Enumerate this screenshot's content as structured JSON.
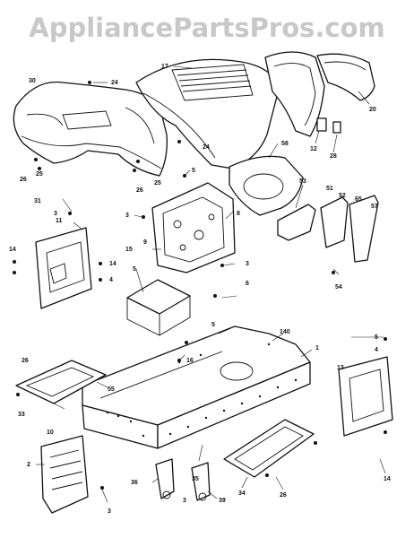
{
  "header": {
    "watermark": "AppliancePartsPros.com"
  },
  "callouts": [
    {
      "id": "c30",
      "label": "30"
    },
    {
      "id": "c24a",
      "label": "24"
    },
    {
      "id": "c17",
      "label": "17"
    },
    {
      "id": "c20",
      "label": "20"
    },
    {
      "id": "c26a",
      "label": "26"
    },
    {
      "id": "c25a",
      "label": "25"
    },
    {
      "id": "c24b",
      "label": "24"
    },
    {
      "id": "c12",
      "label": "12"
    },
    {
      "id": "c28",
      "label": "28"
    },
    {
      "id": "c26b",
      "label": "26"
    },
    {
      "id": "c25b",
      "label": "25"
    },
    {
      "id": "c5a",
      "label": "5"
    },
    {
      "id": "c58",
      "label": "58"
    },
    {
      "id": "c31",
      "label": "31"
    },
    {
      "id": "c3a",
      "label": "3"
    },
    {
      "id": "c3b",
      "label": "3"
    },
    {
      "id": "c53",
      "label": "53"
    },
    {
      "id": "c51",
      "label": "51"
    },
    {
      "id": "c52",
      "label": "52"
    },
    {
      "id": "c65",
      "label": "65"
    },
    {
      "id": "c57",
      "label": "57"
    },
    {
      "id": "c8",
      "label": "8"
    },
    {
      "id": "c9",
      "label": "9"
    },
    {
      "id": "c11",
      "label": "11"
    },
    {
      "id": "c14a",
      "label": "14"
    },
    {
      "id": "c15",
      "label": "15"
    },
    {
      "id": "c14b",
      "label": "14"
    },
    {
      "id": "c4a",
      "label": "4"
    },
    {
      "id": "c3c",
      "label": "3"
    },
    {
      "id": "c6",
      "label": "6"
    },
    {
      "id": "c54",
      "label": "54"
    },
    {
      "id": "c5b",
      "label": "5"
    },
    {
      "id": "c5c",
      "label": "5"
    },
    {
      "id": "c140",
      "label": "140"
    },
    {
      "id": "c1",
      "label": "1"
    },
    {
      "id": "c4b",
      "label": "4"
    },
    {
      "id": "c5d",
      "label": "5"
    },
    {
      "id": "c16",
      "label": "16"
    },
    {
      "id": "c13",
      "label": "13"
    },
    {
      "id": "c26c",
      "label": "26"
    },
    {
      "id": "c55",
      "label": "55"
    },
    {
      "id": "c33",
      "label": "33"
    },
    {
      "id": "c10",
      "label": "10"
    },
    {
      "id": "c2",
      "label": "2"
    },
    {
      "id": "c3d",
      "label": "3"
    },
    {
      "id": "c36",
      "label": "36"
    },
    {
      "id": "c35",
      "label": "35"
    },
    {
      "id": "c3e",
      "label": "3"
    },
    {
      "id": "c39",
      "label": "39"
    },
    {
      "id": "c34",
      "label": "34"
    },
    {
      "id": "c26d",
      "label": "26"
    },
    {
      "id": "c14c",
      "label": "14"
    }
  ]
}
